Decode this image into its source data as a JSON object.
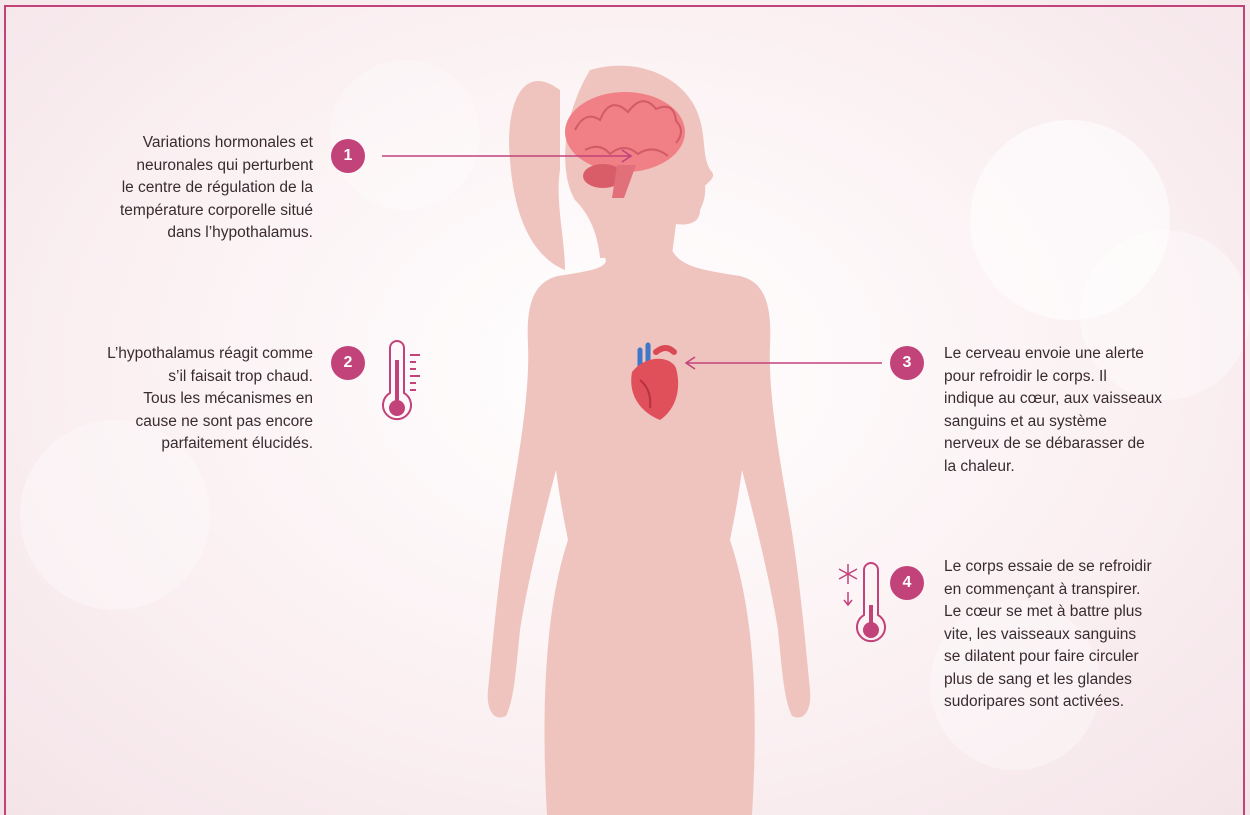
{
  "accent_color": "#c2427a",
  "silhouette_color": "#efc4bf",
  "steps": [
    {
      "number": "1",
      "lines": [
        "Variations hormonales et",
        "neuronales qui perturbent",
        "le centre de régulation de la",
        "température corporelle situé",
        "dans l’hypothalamus."
      ]
    },
    {
      "number": "2",
      "lines": [
        "L’hypothalamus réagit comme",
        "s’il faisait trop chaud.",
        "Tous les mécanismes en",
        "cause ne sont pas encore",
        "parfaitement élucidés."
      ]
    },
    {
      "number": "3",
      "lines": [
        "Le cerveau envoie une alerte",
        "pour refroidir le corps. Il",
        "indique au cœur, aux vaisseaux",
        "sanguins et au système",
        "nerveux de se débarasser de",
        "la chaleur."
      ]
    },
    {
      "number": "4",
      "lines": [
        "Le corps essaie de se refroidir",
        "en commençant à transpirer.",
        "Le cœur se met à battre plus",
        "vite, les vaisseaux sanguins",
        "se dilatent pour faire circuler",
        "plus de sang et les glandes",
        "sudoripares sont activées."
      ]
    }
  ],
  "icons": {
    "brain": "brain-icon",
    "heart": "heart-icon",
    "thermometer_hot": "thermometer-hot-icon",
    "thermometer_cold": "thermometer-cold-icon",
    "snowflake": "snowflake-icon"
  }
}
